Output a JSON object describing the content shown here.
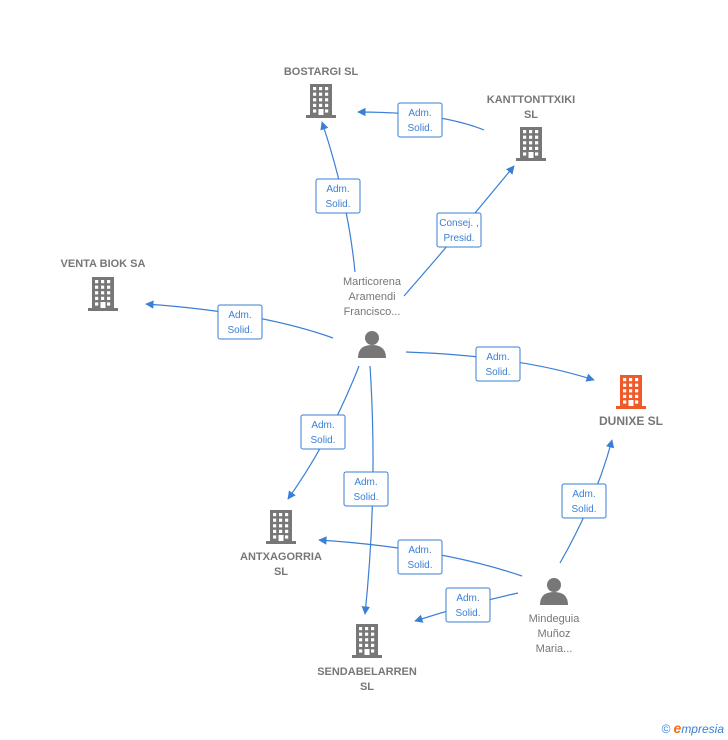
{
  "colors": {
    "edge": "#3a7fd5",
    "company": "#777777",
    "focus_company": "#f05a28",
    "person": "#777777",
    "label": "#777777"
  },
  "nodes": [
    {
      "id": "bostargi",
      "kind": "company",
      "label": [
        "BOSTARGI SL"
      ]
    },
    {
      "id": "kanttonttxiki",
      "kind": "company",
      "label": [
        "KANTTONTTXIKI",
        "SL"
      ]
    },
    {
      "id": "ventabiok",
      "kind": "company",
      "label": [
        "VENTA BIOK SA"
      ]
    },
    {
      "id": "marticorena",
      "kind": "person",
      "label": [
        "Marticorena",
        "Aramendi",
        "Francisco..."
      ]
    },
    {
      "id": "dunixe",
      "kind": "focus",
      "label": [
        "DUNIXE  SL"
      ]
    },
    {
      "id": "antxagorria",
      "kind": "company",
      "label": [
        "ANTXAGORRIA",
        "SL"
      ]
    },
    {
      "id": "sendabelarren",
      "kind": "company",
      "label": [
        "SENDABELARREN",
        "SL"
      ]
    },
    {
      "id": "mindeguia",
      "kind": "person",
      "label": [
        "Mindeguia",
        "Muñoz",
        "Maria..."
      ]
    }
  ],
  "edges": [
    {
      "from": "marticorena",
      "to": "bostargi",
      "label": [
        "Adm.",
        "Solid."
      ]
    },
    {
      "from": "kanttonttxiki",
      "to": "bostargi",
      "label": [
        "Adm.",
        "Solid."
      ]
    },
    {
      "from": "marticorena",
      "to": "kanttonttxiki",
      "label": [
        "Consej. ,",
        "Presid."
      ]
    },
    {
      "from": "marticorena",
      "to": "ventabiok",
      "label": [
        "Adm.",
        "Solid."
      ]
    },
    {
      "from": "marticorena",
      "to": "dunixe",
      "label": [
        "Adm.",
        "Solid."
      ]
    },
    {
      "from": "marticorena",
      "to": "antxagorria",
      "label": [
        "Adm.",
        "Solid."
      ]
    },
    {
      "from": "marticorena",
      "to": "sendabelarren",
      "label": [
        "Adm.",
        "Solid."
      ]
    },
    {
      "from": "mindeguia",
      "to": "antxagorria",
      "label": [
        "Adm.",
        "Solid."
      ]
    },
    {
      "from": "mindeguia",
      "to": "sendabelarren",
      "label": [
        "Adm.",
        "Solid."
      ]
    },
    {
      "from": "mindeguia",
      "to": "dunixe",
      "label": [
        "Adm.",
        "Solid."
      ]
    }
  ],
  "footer": {
    "copyright": "©",
    "brand_initial": "e",
    "brand_rest": "mpresia"
  }
}
